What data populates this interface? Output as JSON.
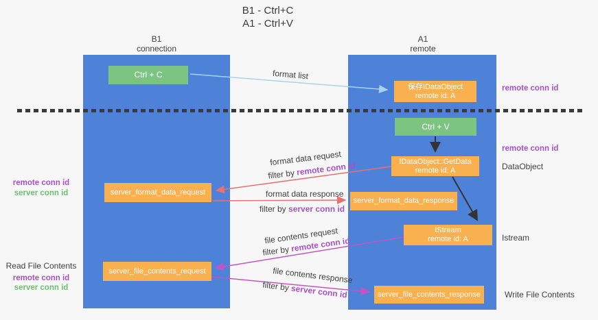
{
  "title": {
    "line1": "B1 - Ctrl+C",
    "line2": "A1 - Ctrl+V"
  },
  "columns": {
    "left": {
      "header_line1": "B1",
      "header_line2": "connection"
    },
    "right": {
      "header_line1": "A1",
      "header_line2": "remote"
    }
  },
  "boxes": {
    "ctrl_c": "Ctrl + C",
    "save_dataobject": {
      "line1": "保存IDataObject",
      "line2": "remote id: A"
    },
    "ctrl_v": "Ctrl + V",
    "getdata": {
      "line1": "IDataObject::GetData",
      "line2": "remote id: A"
    },
    "format_request": "server_format_data_request",
    "format_response": "server_format_data_response",
    "istream": {
      "line1": "IStream",
      "line2": "remote id: A"
    },
    "file_request": "server_file_contents_request",
    "file_response": "server_file_contents_response"
  },
  "side_labels": {
    "remote_conn_id": "remote conn id",
    "server_conn_id": "server conn id",
    "dataobject": "DataObject",
    "istream": "Istream",
    "read_file_contents": "Read File Contents",
    "write_file_contents": "Write File Contents"
  },
  "arrow_labels": {
    "format_list": "format list",
    "format_data_request": "format data request",
    "format_data_response": "format data response",
    "file_contents_request": "file contents request",
    "file_contents_response": "file contents response",
    "filter_prefix": "filter by ",
    "remote_conn_id": "remote conn id",
    "server_conn_id": "server conn id"
  },
  "colors": {
    "column_blue": "#4e82d8",
    "box_green": "#7cc482",
    "box_orange": "#f9b04f",
    "arrow_light_blue": "#a8d2f0",
    "arrow_red": "#e87070",
    "arrow_magenta": "#c653c6",
    "arrow_black": "#333333",
    "text_purple": "#a552c8",
    "text_green": "#6abf6e",
    "background": "#f7f7f7"
  }
}
